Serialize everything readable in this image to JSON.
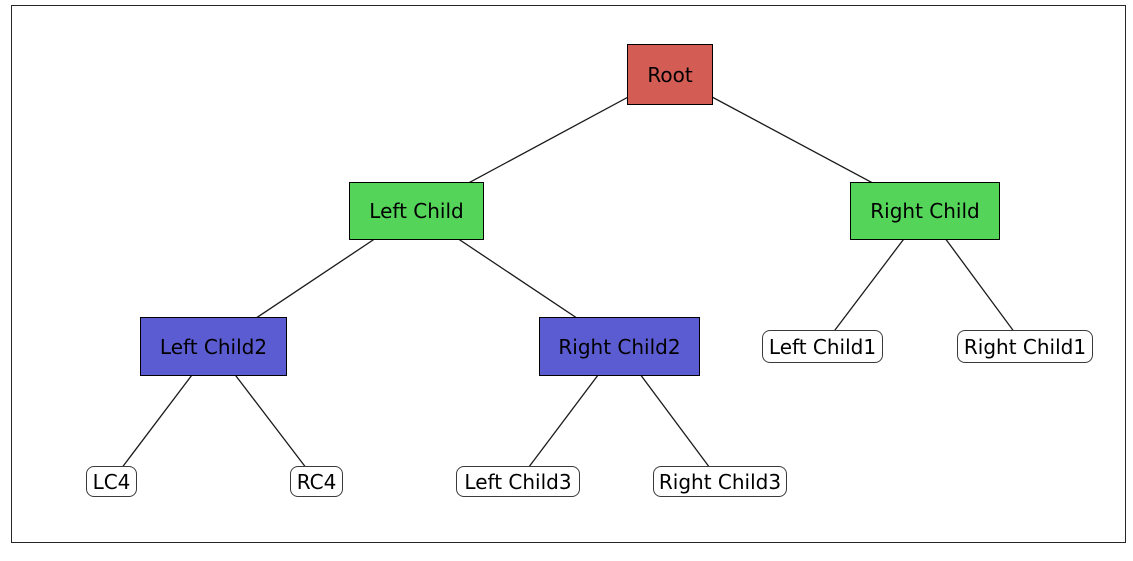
{
  "figure": {
    "background": "#ffffff",
    "border_color": "#262626"
  },
  "palette": {
    "root_fill": "#d35d55",
    "branch_fill": "#55d45a",
    "subbranch_fill": "#5c5cd2",
    "leaf_fill": "#ffffff",
    "edge_color": "#1a1a1a",
    "text_color": "#000000"
  },
  "nodes": [
    {
      "id": "root",
      "label": "Root",
      "fill": "#d35d55",
      "shape": "rect"
    },
    {
      "id": "left-child",
      "label": "Left Child",
      "fill": "#55d45a",
      "shape": "rect"
    },
    {
      "id": "right-child",
      "label": "Right Child",
      "fill": "#55d45a",
      "shape": "rect"
    },
    {
      "id": "left-child2",
      "label": "Left Child2",
      "fill": "#5c5cd2",
      "shape": "rect"
    },
    {
      "id": "right-child2",
      "label": "Right Child2",
      "fill": "#5c5cd2",
      "shape": "rect"
    },
    {
      "id": "left-child1",
      "label": "Left Child1",
      "fill": "#ffffff",
      "shape": "round"
    },
    {
      "id": "right-child1",
      "label": "Right Child1",
      "fill": "#ffffff",
      "shape": "round"
    },
    {
      "id": "lc4",
      "label": "LC4",
      "fill": "#ffffff",
      "shape": "round"
    },
    {
      "id": "rc4",
      "label": "RC4",
      "fill": "#ffffff",
      "shape": "round"
    },
    {
      "id": "left-child3",
      "label": "Left Child3",
      "fill": "#ffffff",
      "shape": "round"
    },
    {
      "id": "right-child3",
      "label": "Right Child3",
      "fill": "#ffffff",
      "shape": "round"
    }
  ],
  "edges": [
    [
      "Root",
      "Left Child"
    ],
    [
      "Root",
      "Right Child"
    ],
    [
      "Left Child",
      "Left Child2"
    ],
    [
      "Left Child",
      "Right Child2"
    ],
    [
      "Right Child",
      "Left Child1"
    ],
    [
      "Right Child",
      "Right Child1"
    ],
    [
      "Left Child2",
      "LC4"
    ],
    [
      "Left Child2",
      "RC4"
    ],
    [
      "Right Child2",
      "Left Child3"
    ],
    [
      "Right Child2",
      "Right Child3"
    ]
  ]
}
